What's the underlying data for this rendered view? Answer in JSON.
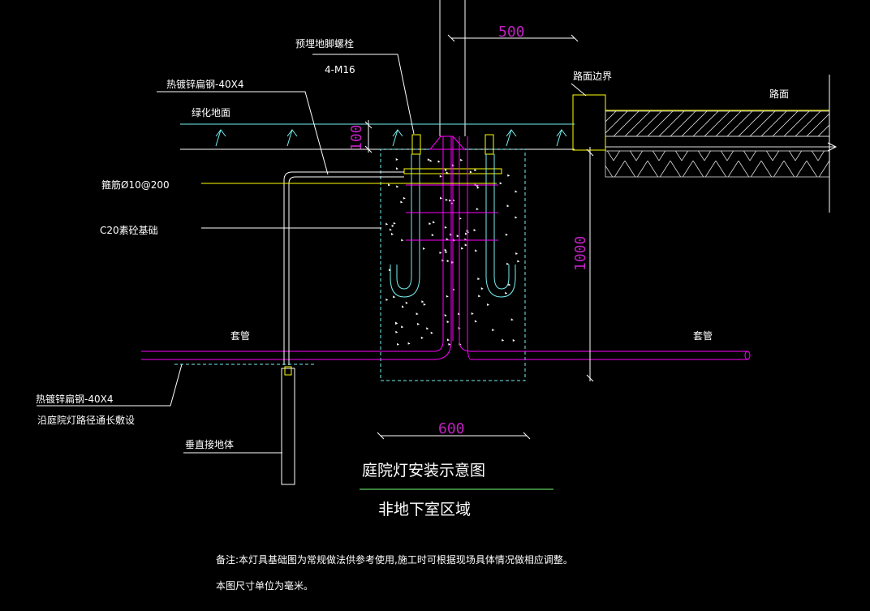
{
  "labels": {
    "anchor_bolt": "预埋地脚螺栓",
    "anchor_bolt_spec": "4-M16",
    "flat_steel_top": "热镀锌扁钢-40X4",
    "green_ground": "绿化地面",
    "rebar": "箍筋Ø10@200",
    "concrete": "C20素砼基础",
    "road_edge": "路面边界",
    "road": "路面",
    "conduit_left": "套管",
    "conduit_right": "套管",
    "flat_steel_bottom": "热镀锌扁钢-40X4",
    "flat_steel_note": "沿庭院灯路径通长敷设",
    "vertical_ground": "垂直接地体"
  },
  "dimensions": {
    "top": "500",
    "depth_small": "100",
    "depth_large": "1000",
    "bottom": "600"
  },
  "title": {
    "main": "庭院灯安装示意图",
    "sub": "非地下室区域"
  },
  "notes": {
    "line1": "备注:本灯具基础图为常规做法供参考使用,施工时可根据现场具体情况做相应调整。",
    "line2": "本图尺寸单位为毫米。"
  }
}
